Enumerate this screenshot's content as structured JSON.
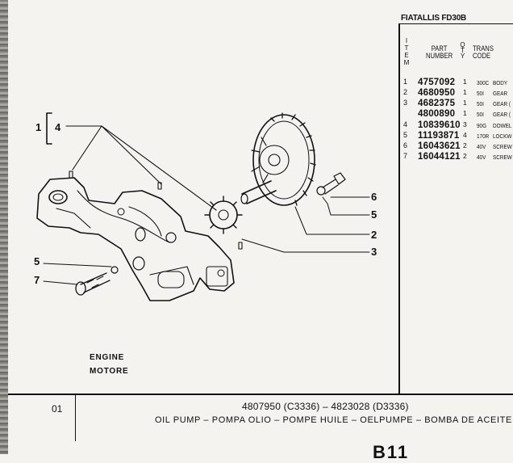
{
  "header": {
    "brand": "FIATALLIS FD30B"
  },
  "columns": {
    "item_letters": [
      "I",
      "T",
      "E",
      "M"
    ],
    "part_number": [
      "PART",
      "NUMBER"
    ],
    "qty_letters": [
      "Q",
      "T",
      "Y"
    ],
    "trans_code": [
      "TRANS",
      "CODE"
    ]
  },
  "parts": [
    {
      "item": "1",
      "number": "4757092",
      "qty": "1",
      "code": "300C",
      "desc": "BODY"
    },
    {
      "item": "2",
      "number": "4680950",
      "qty": "1",
      "code": "50I",
      "desc": "GEAR"
    },
    {
      "item": "3",
      "number": "4682375",
      "qty": "1",
      "code": "50I",
      "desc": "GEAR ("
    },
    {
      "item": "",
      "number": "4800890",
      "qty": "1",
      "code": "50I",
      "desc": "GEAR ("
    },
    {
      "item": "4",
      "number": "10839610",
      "qty": "3",
      "code": "90G",
      "desc": "DOWEL"
    },
    {
      "item": "5",
      "number": "11193871",
      "qty": "4",
      "code": "170R",
      "desc": "LOCKW"
    },
    {
      "item": "6",
      "number": "16043621",
      "qty": "2",
      "code": "40V",
      "desc": "SCREW"
    },
    {
      "item": "7",
      "number": "16044121",
      "qty": "2",
      "code": "40V",
      "desc": "SCREW"
    }
  ],
  "callouts": {
    "c1": "1",
    "c4": "4",
    "c5": "5",
    "c7": "7",
    "c6r": "6",
    "c5r": "5",
    "c2r": "2",
    "c3r": "3"
  },
  "section": {
    "line1": "ENGINE",
    "line2": "MOTORE"
  },
  "footer": {
    "page": "01",
    "codes": "4807950 (C3336) – 4823028 (D3336)",
    "titles": "OIL PUMP – POMPA OLIO – POMPE HUILE – OELPUMPE – BOMBA DE ACEITE",
    "ref": "B11"
  }
}
